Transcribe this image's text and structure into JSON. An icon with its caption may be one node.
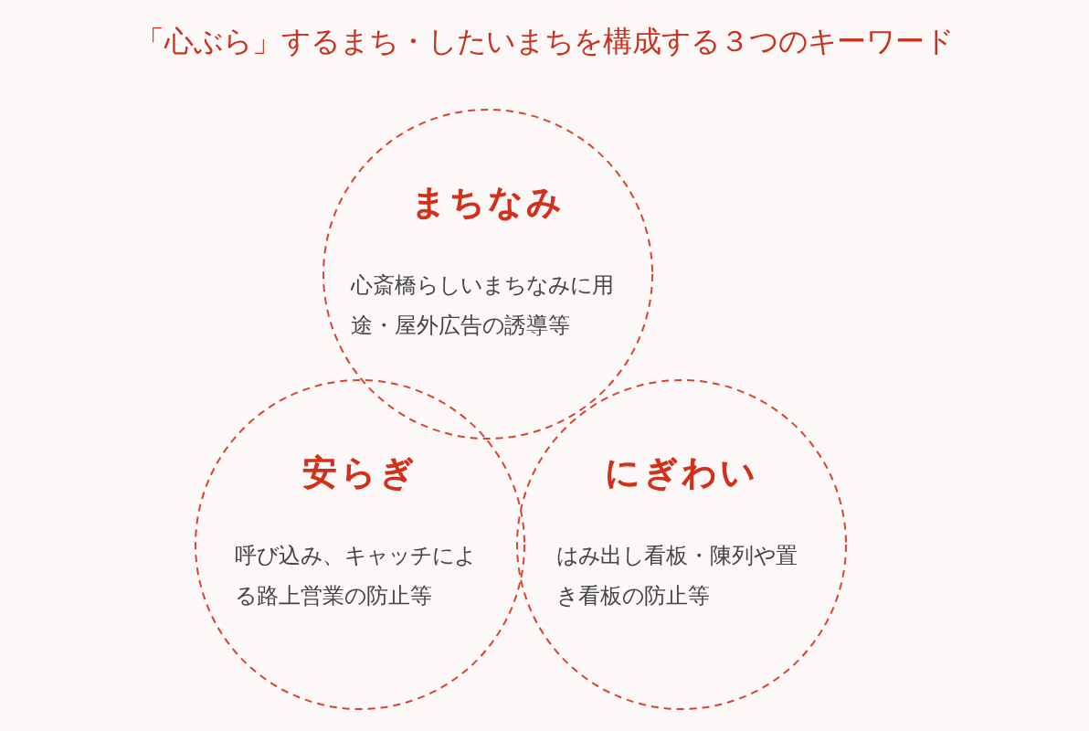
{
  "diagram": {
    "title": "「心ぶら」するまち・したいまちを構成する３つのキーワード",
    "nodes": [
      {
        "text": [
          "まちなみ",
          "心斎橋らしいまちなみに用途・屋外広告の誘導等"
        ]
      },
      {
        "text": [
          "安らぎ",
          "呼び込み、キャッチによる路上営業の防止等"
        ]
      },
      {
        "text": [
          "にぎわい",
          "はみ出し看板・陳列や置き看板の防止等"
        ]
      }
    ]
  }
}
